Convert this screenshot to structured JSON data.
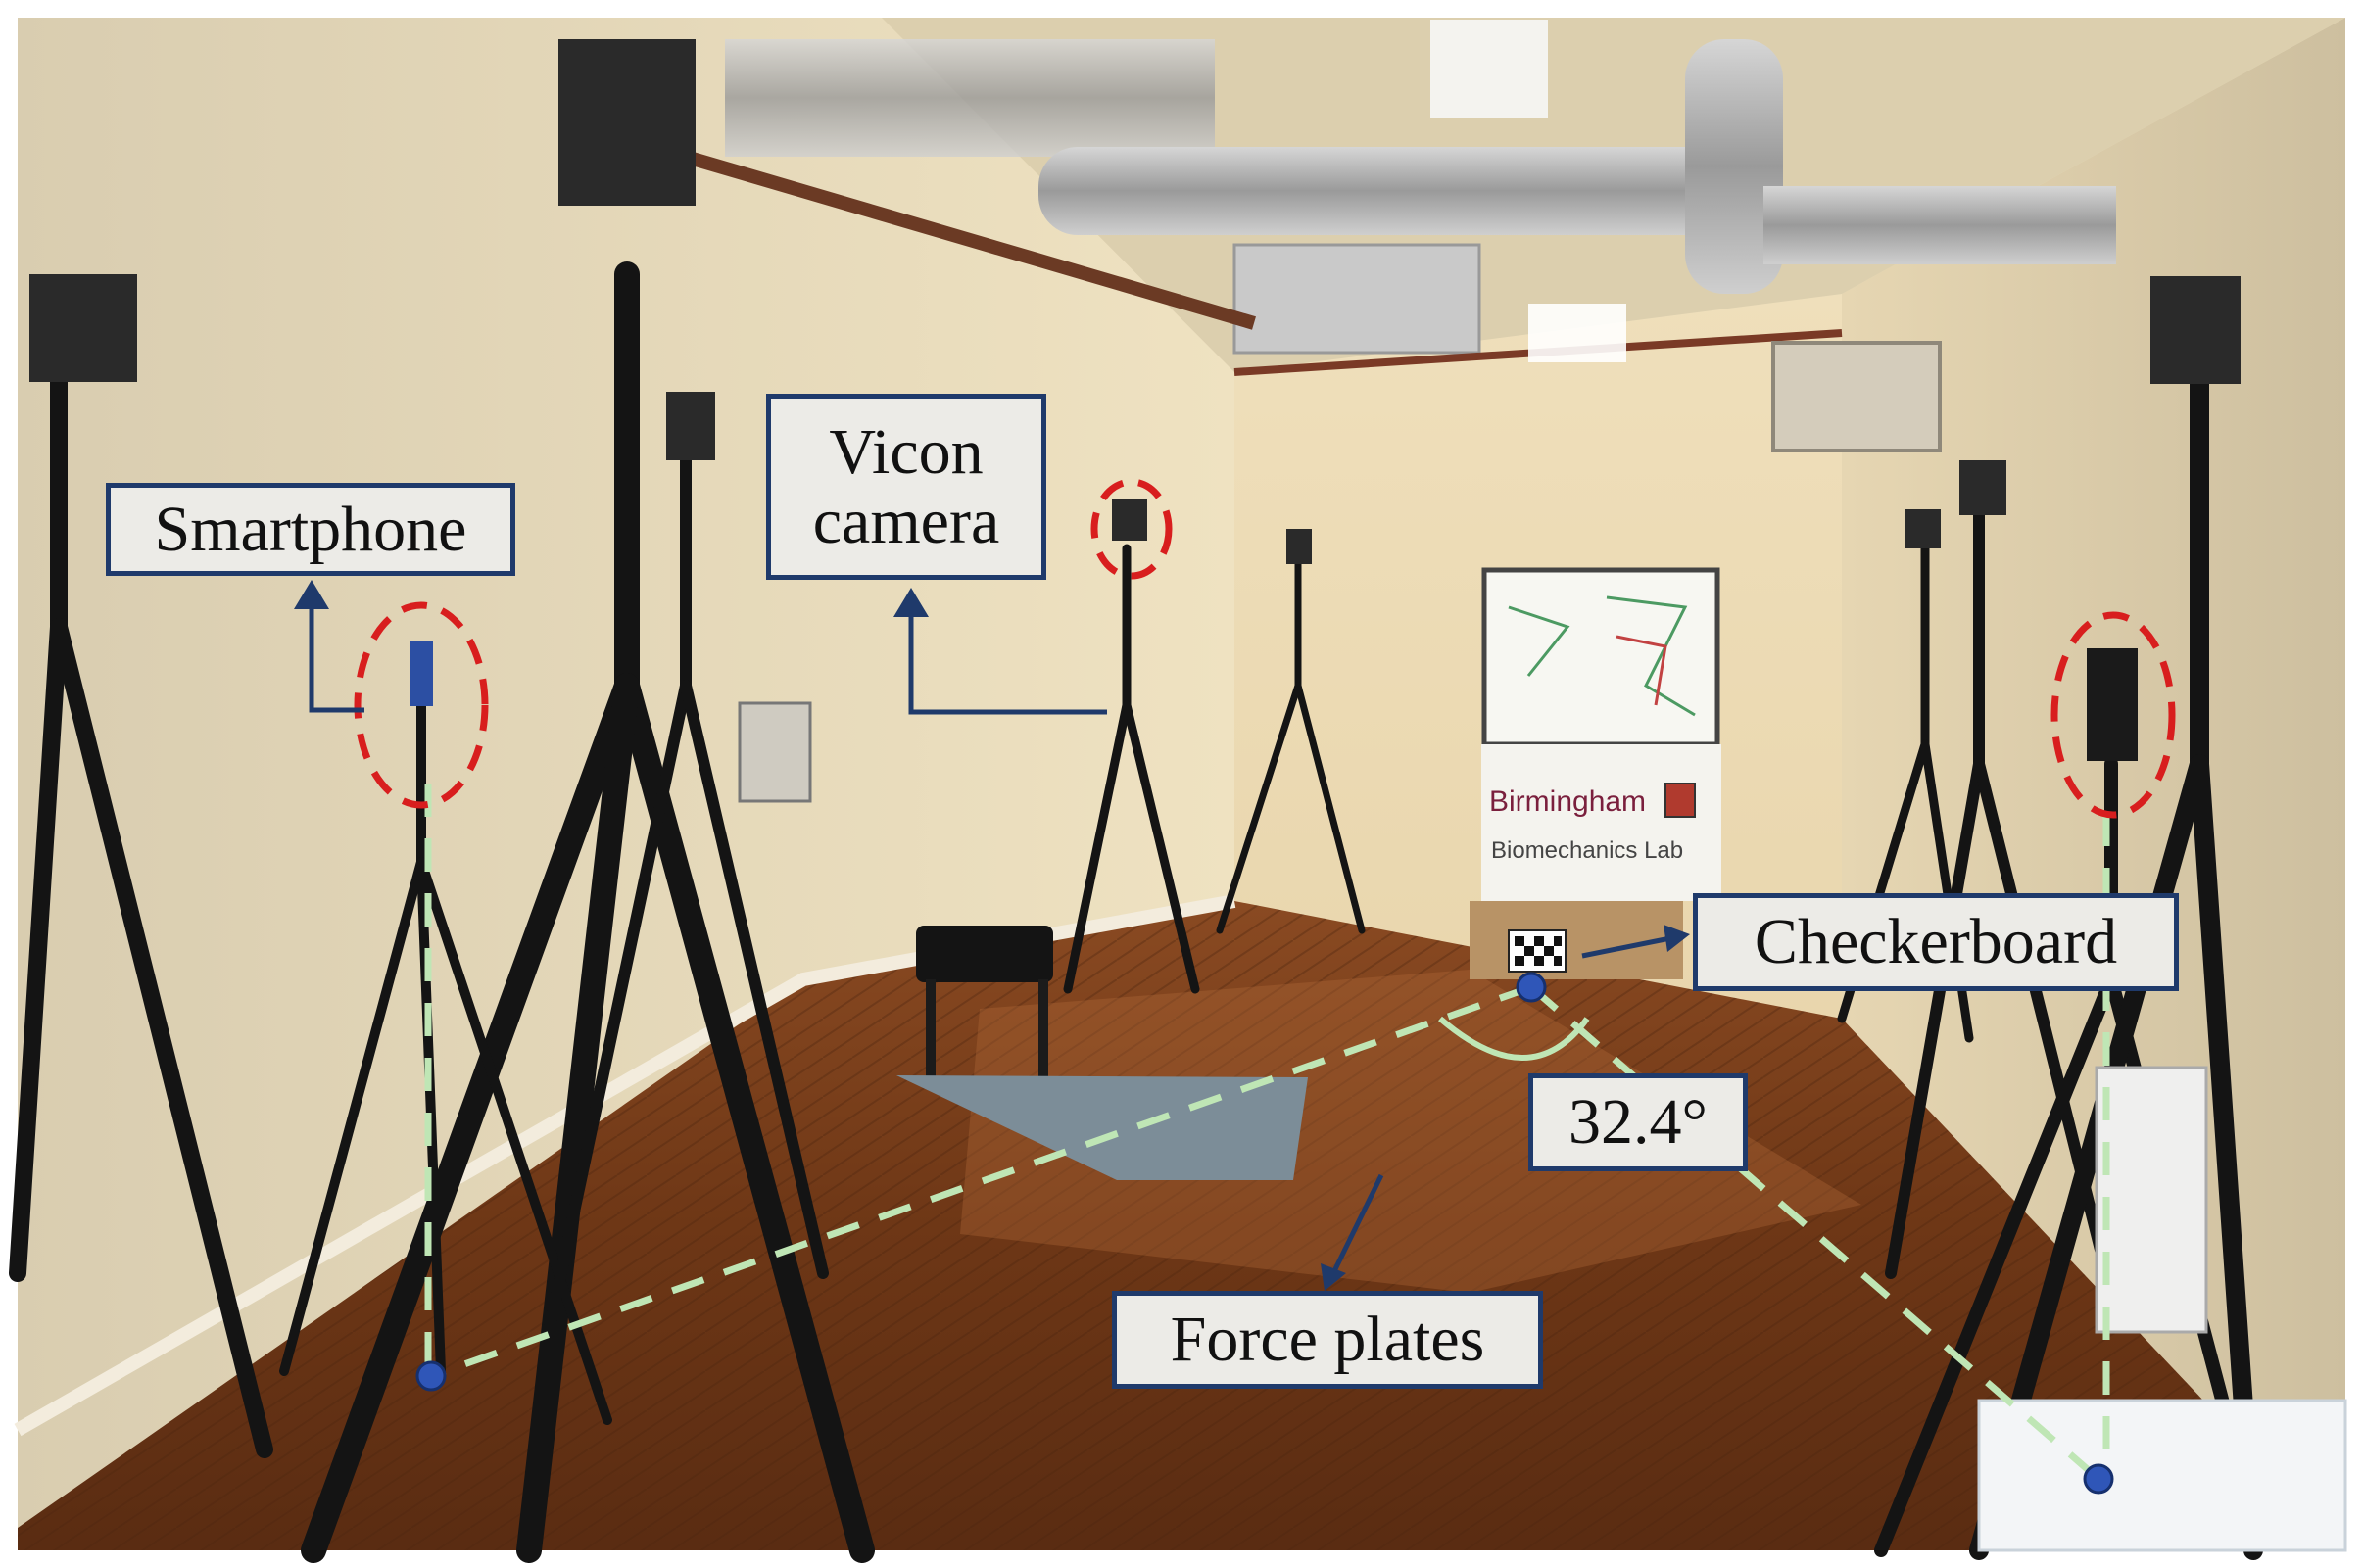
{
  "annotations": {
    "smartphone": "Smartphone",
    "vicon_line1": "Vicon",
    "vicon_line2": "camera",
    "checkerboard": "Checkerboard",
    "angle": "32.4°",
    "force_plates": "Force plates"
  },
  "poster": {
    "line1": "Birmingham",
    "line2": "Biomechanics Lab"
  },
  "colors": {
    "label_border": "#1f3a6b",
    "label_fill": "#ecebe7",
    "arrow": "#1f3a6b",
    "highlight_ring": "#d81e1e",
    "guide_line": "#bfe6b5",
    "marker_dot": "#2f56b8",
    "poster_text": "#7a1f3d"
  }
}
